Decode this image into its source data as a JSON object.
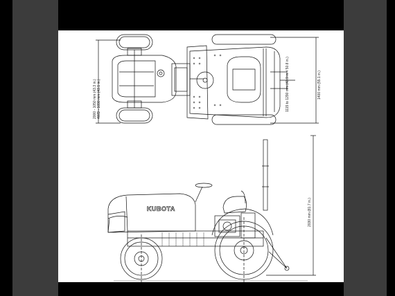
{
  "drawing": {
    "top_view": {
      "dims": [
        "2000 - 1050 mm (43.3 in.)",
        "4WD - 1090 mm (43.1 in.)",
        "1115 to 1290 mm (43.9 in. / 50.8 in.)",
        "1400 mm (55.1 in.)"
      ]
    },
    "side_view": {
      "dims": [
        "2030 mm (81.7 in.)"
      ],
      "logo_text": "KUBOTA"
    }
  }
}
